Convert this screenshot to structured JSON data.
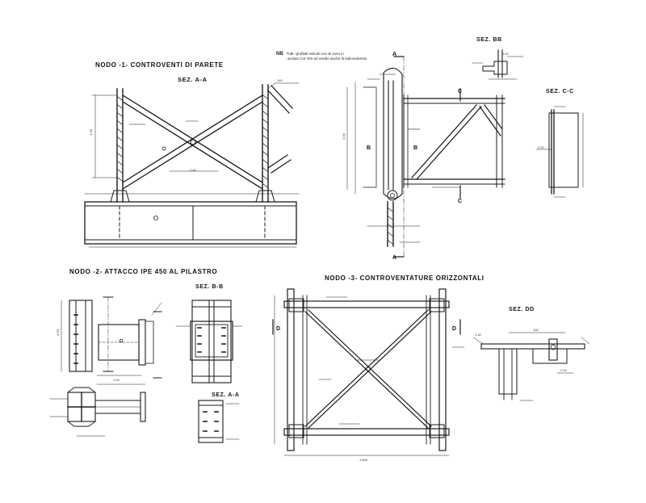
{
  "title_nodo1": "NODO -1- CONTROVENTI DI PARETE",
  "sec_aa_top": "SEZ. A-A",
  "note": {
    "prefix": "NB",
    "line1": "Tutti i profilati indicati con ⊕ sono in",
    "line2": "acciaio Cor-Ten ed ossido anche di bullonamento"
  },
  "sec_bb_top": "SEZ. BB",
  "sec_cc": "SEZ. C-C",
  "marker_a_top": "A",
  "marker_a_bottom": "A",
  "marker_c_top": "C",
  "marker_c_bottom": "C",
  "marker_b_left": "B",
  "marker_b_right": "B",
  "title_nodo2": "NODO -2- ATTACCO IPE 450 AL PILASTRO",
  "sec_bb_mid": "SEZ. B-B",
  "sec_aa_bottom": "SEZ. A-A",
  "title_nodo3": "NODO -3- CONTROVENTATURE ORIZZONTALI",
  "sec_dd": "SEZ. DD",
  "marker_d_left": "D",
  "marker_d_right": "D",
  "dims": {
    "d1": "1.60",
    "d2": "2.40",
    "d3": "140",
    "d4": "4.50",
    "d5": "1.40",
    "d6": "3.20",
    "d7": "1.800",
    "d8": "100",
    "d9": "1.40",
    "d10": "2.00",
    "d11": "4.50",
    "d12": "1.20"
  }
}
